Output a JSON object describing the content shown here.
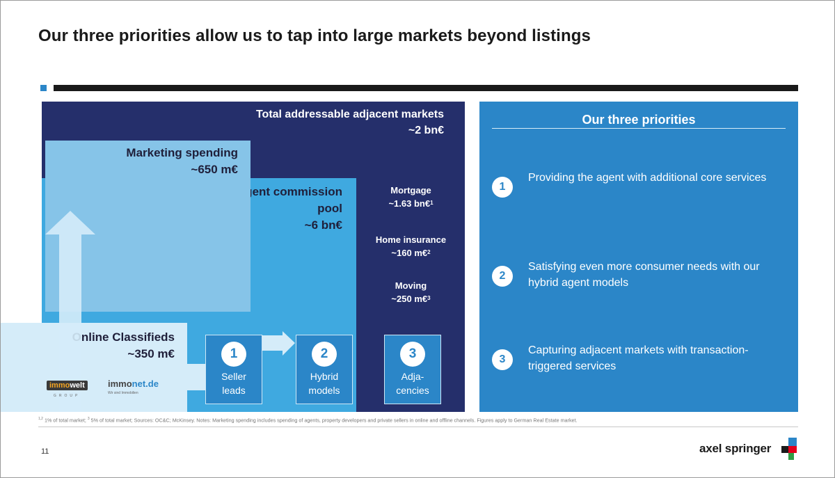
{
  "slide": {
    "title": "Our three priorities allow us to tap into large markets beyond listings",
    "page_number": "11",
    "footnote_prefix_sup": "1,2",
    "footnote_part1": " 1% of total market; ",
    "footnote_sup3": "3",
    "footnote_part2": " 5% of total market; Sources: OC&C; McKinsey. Notes: Marketing spending includes spending of agents, property developers and private sellers in online and offline channels. Figures apply to German Real Estate market.",
    "brand_logo_text": "axel springer"
  },
  "diagram": {
    "tam": {
      "title": "Total addressable adjacent markets",
      "value": "~2 bn€"
    },
    "agent_pool": {
      "line1": "Agent commission",
      "line2": "pool",
      "value": "~6 bn€"
    },
    "marketing": {
      "title": "Marketing spending",
      "value": "~650 m€"
    },
    "online": {
      "title": "Online Classifieds",
      "value": "~350 m€"
    },
    "adjacencies": [
      {
        "name": "Mortgage",
        "value": "~1.63 bn€",
        "sup": "1"
      },
      {
        "name": "Home insurance",
        "value": "~160 m€",
        "sup": "2"
      },
      {
        "name": "Moving",
        "value": "~250 m€",
        "sup": "3"
      }
    ],
    "priority_boxes": [
      {
        "num": "1",
        "line1": "Seller",
        "line2": "leads"
      },
      {
        "num": "2",
        "line1": "Hybrid",
        "line2": "models"
      },
      {
        "num": "3",
        "line1": "Adja-",
        "line2": "cencies"
      }
    ],
    "logos": {
      "immowelt_a": "immo",
      "immowelt_b": "welt",
      "immowelt_sub": "GROUP",
      "immonet_a": "immo",
      "immonet_b": "net.de",
      "immonet_sub": "Wir sind Immobilien"
    }
  },
  "priorities_panel": {
    "title": "Our three priorities",
    "items": [
      {
        "num": "1",
        "text": "Providing the agent with additional core services"
      },
      {
        "num": "2",
        "text": "Satisfying even more consumer needs with our hybrid agent models"
      },
      {
        "num": "3",
        "text": "Capturing adjacent markets with transaction-triggered services"
      }
    ]
  },
  "colors": {
    "navy": "#252f6b",
    "blue": "#2b86c8",
    "mid_blue": "#3fa9e0",
    "light_blue": "#86c4e8",
    "pale_blue": "#d5ecf9"
  }
}
